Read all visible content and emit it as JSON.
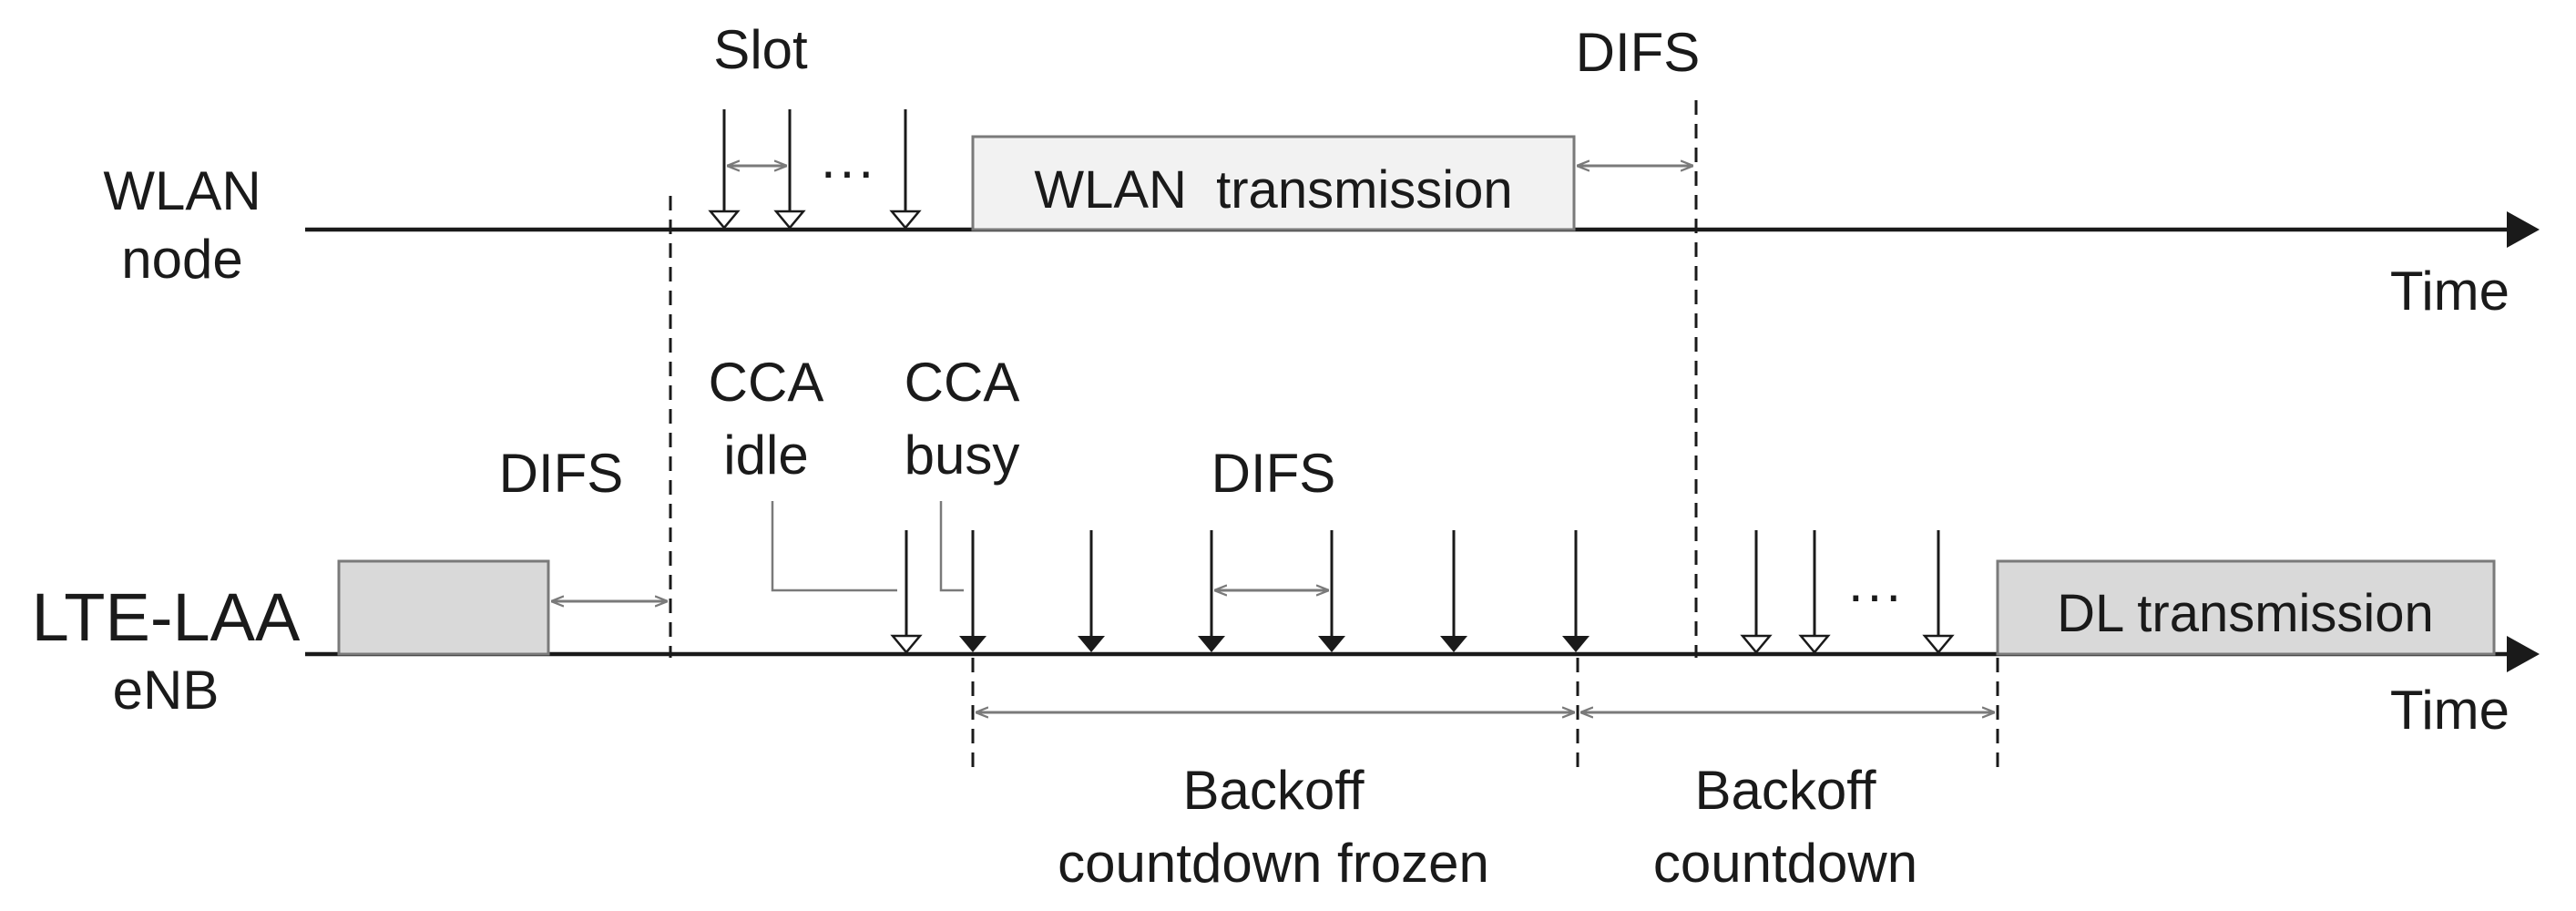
{
  "rows": {
    "wlan": {
      "line1": "WLAN",
      "line2": "node",
      "axis_label": "Time"
    },
    "lte": {
      "line1": "LTE-LAA",
      "line2": "eNB",
      "axis_label": "Time"
    }
  },
  "boxes": {
    "wlan_tx": "WLAN  transmission",
    "dl_tx": "DL transmission"
  },
  "labels": {
    "slot": "Slot",
    "difs_top": "DIFS",
    "difs_left": "DIFS",
    "difs_mid": "DIFS",
    "cca_idle_1": "CCA",
    "cca_idle_2": "idle",
    "cca_busy_1": "CCA",
    "cca_busy_2": "busy",
    "ellipsis_top": "...",
    "ellipsis_bottom": "...",
    "backoff_frozen_1": "Backoff",
    "backoff_frozen_2": "countdown frozen",
    "backoff_cd_1": "Backoff",
    "backoff_cd_2": "countdown"
  },
  "colors": {
    "line": "#1a1a1a",
    "dimension": "#7a7a7a",
    "wlan_box_fill": "#f2f2f2",
    "dl_box_fill": "#d9d9d9",
    "box_stroke": "#7a7a7a"
  }
}
